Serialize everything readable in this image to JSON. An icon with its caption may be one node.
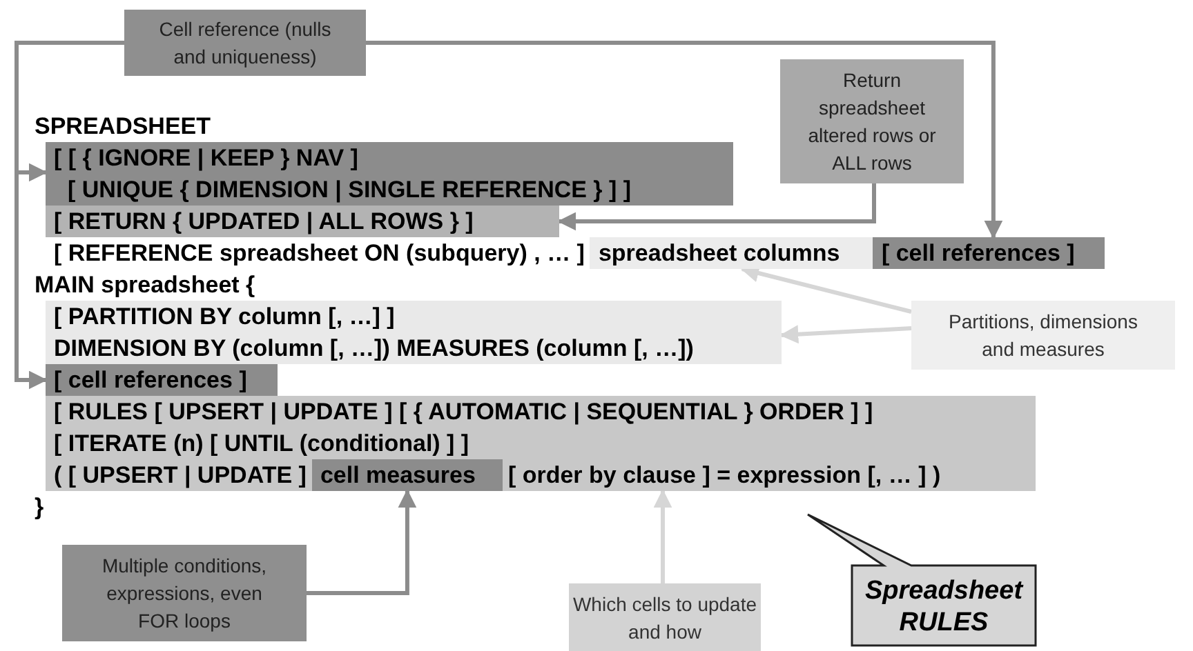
{
  "diagram": {
    "nodes": [
      {
        "text": [
          "Cell reference (nulls and uniqueness)"
        ]
      },
      {
        "text": [
          "Return spreadsheet altered rows or ALL rows"
        ]
      },
      {
        "text": [
          "Partitions, dimensions and measures"
        ]
      },
      {
        "text": [
          "Multiple conditions, expressions, even FOR loops"
        ]
      },
      {
        "text": [
          "Which cells to update and how"
        ]
      },
      {
        "text": [
          "Spreadsheet RULES"
        ]
      },
      {
        "text": [
          "[ [ { IGNORE | KEEP } NAV ]",
          "[ UNIQUE { DIMENSION | SINGLE REFERENCE } ] ]"
        ]
      },
      {
        "text": [
          "[ RETURN { UPDATED | ALL ROWS } ]"
        ]
      },
      {
        "text": [
          "spreadsheet columns"
        ]
      },
      {
        "text": [
          "[ cell references ]"
        ]
      },
      {
        "text": [
          "[ PARTITION BY column [, …] ]",
          "DIMENSION BY (column [, …]) MEASURES (column [, …])"
        ]
      },
      {
        "text": [
          "[ cell references ]"
        ]
      },
      {
        "text": [
          "[ RULES [ UPSERT | UPDATE ] [ { AUTOMATIC | SEQUENTIAL } ORDER ] ]",
          "[ ITERATE (n) [ UNTIL (conditional) ] ]",
          "( [ UPSERT | UPDATE ]",
          "[ order by clause ] = expression [, … ] )"
        ]
      },
      {
        "text": [
          "cell measures"
        ],
        "in": 12
      }
    ],
    "edges": [
      {
        "from": 0,
        "to": 6,
        "arrow": "to"
      },
      {
        "from": 0,
        "to": 11,
        "arrow": "to"
      },
      {
        "from": 0,
        "to": 9,
        "arrow": "to"
      },
      {
        "from": 1,
        "to": 7,
        "arrow": "to"
      },
      {
        "from": 2,
        "to": 8,
        "arrow": "to",
        "color": "#d6d6d6"
      },
      {
        "from": 2,
        "to": 10,
        "arrow": "to",
        "color": "#d6d6d6"
      },
      {
        "from": 3,
        "to": 13,
        "arrow": "to"
      },
      {
        "from": 4,
        "to": 12,
        "arrow": "to",
        "color": "#d6d6d6"
      }
    ],
    "labels": [
      "SPREADSHEET",
      "[ REFERENCE spreadsheet ON (subquery) , … ]",
      "MAIN spreadsheet {",
      "}"
    ]
  }
}
